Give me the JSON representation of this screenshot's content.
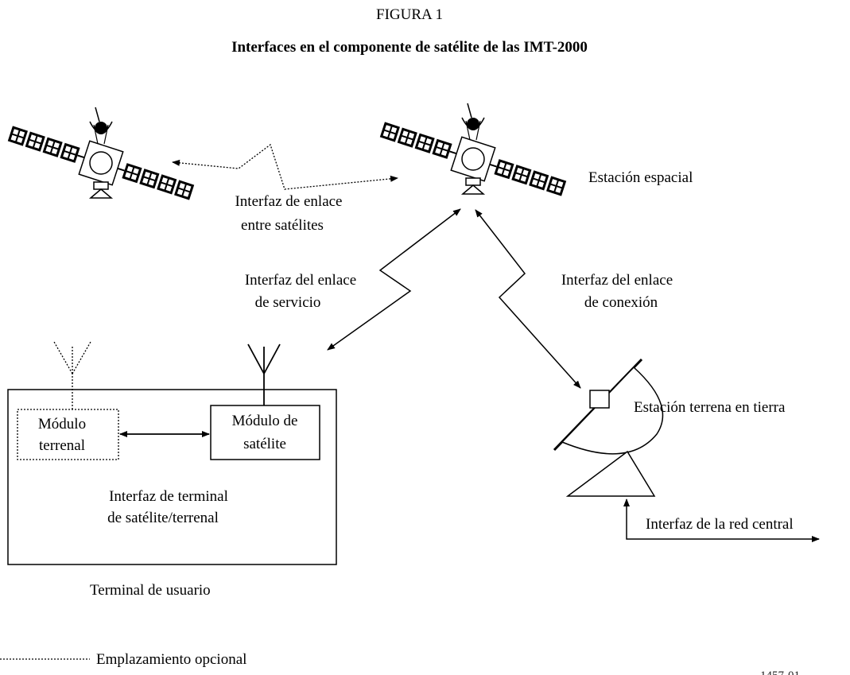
{
  "figure": {
    "number": "FIGURA 1",
    "title": "Interfaces en el componente de satélite de las IMT-2000"
  },
  "labels": {
    "estacion_espacial": "Estación espacial",
    "isl_line1": "Interfaz de enlace",
    "isl_line2": "entre satélites",
    "service_line1": "Interfaz del enlace",
    "service_line2": "de servicio",
    "feeder_line1": "Interfaz del enlace",
    "feeder_line2": "de conexión",
    "earth_station": "Estación terrena en tierra",
    "modulo_terrenal_line1": "Módulo",
    "modulo_terrenal_line2": "terrenal",
    "modulo_satelite_line1": "Módulo de",
    "modulo_satelite_line2": "satélite",
    "terminal_iface_line1": "Interfaz de terminal",
    "terminal_iface_line2": "de satélite/terrenal",
    "core_network": "Interfaz de la red central",
    "user_terminal": "Terminal de usuario"
  },
  "legend": {
    "optional_location": "Emplazamiento opcional"
  },
  "figure_code": "1457-01"
}
